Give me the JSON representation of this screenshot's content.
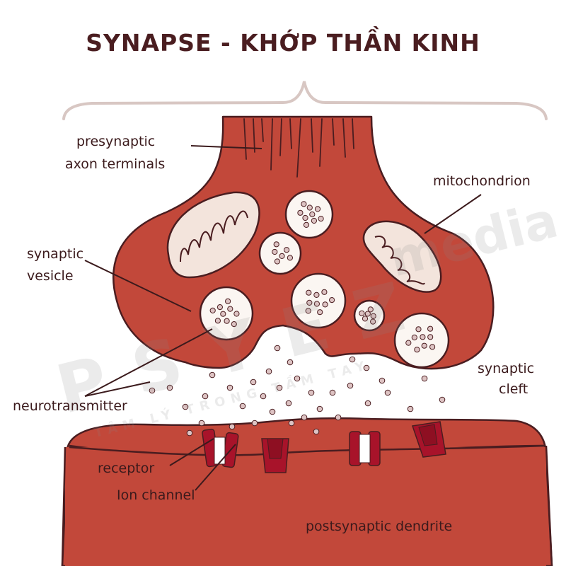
{
  "title": "SYNAPSE - KHỚP THẦN KINH",
  "labels": {
    "presynaptic_1": "presynaptic",
    "presynaptic_2": "axon terminals",
    "mitochondrion": "mitochondrion",
    "vesicle_1": "synaptic",
    "vesicle_2": "vesicle",
    "cleft_1": "synaptic",
    "cleft_2": "cleft",
    "neurotransmitter": "neurotransmitter",
    "receptor": "receptor",
    "ion_channel": "Ion channel",
    "postsynaptic": "postsynaptic dendrite"
  },
  "watermark": {
    "main": "PSYEZ",
    "media": "media",
    "sub": "TÂM LÝ TRONG TẦM TAY"
  },
  "colors": {
    "neuron_fill": "#c2483a",
    "neuron_stroke": "#4a1d20",
    "vesicle_fill": "#fbf6f2",
    "mito_fill": "#f3e4dc",
    "dot": "#ddc3c3",
    "receptor_red": "#a8132a",
    "brace": "#d8c7c3",
    "text": "#3b1a1c"
  }
}
